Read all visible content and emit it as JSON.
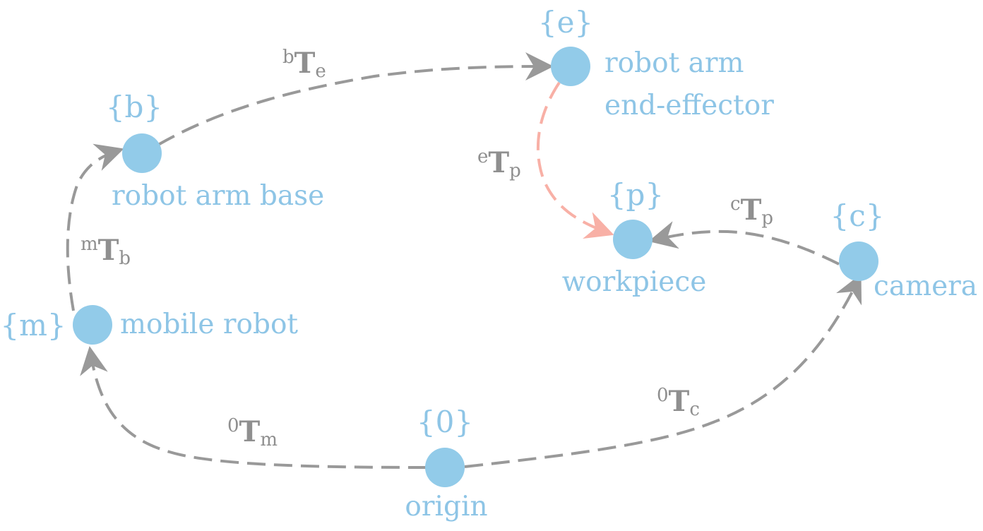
{
  "colors": {
    "node": "#92cbe9",
    "label": "#8ec5e6",
    "edge": "#999999",
    "edge_highlight": "#f8b0a6",
    "transform_text": "#8f8f8f"
  },
  "nodes": {
    "origin": {
      "frame": "{0}",
      "label": "origin"
    },
    "mobile": {
      "frame": "{m}",
      "label": "mobile robot"
    },
    "base": {
      "frame": "{b}",
      "label": "robot arm base"
    },
    "effector": {
      "frame": "{e}",
      "label_line1": "robot arm",
      "label_line2": "end-effector"
    },
    "workpiece": {
      "frame": "{p}",
      "label": "workpiece"
    },
    "camera": {
      "frame": "{c}",
      "label": "camera"
    }
  },
  "transforms": {
    "m_b": {
      "pre": "m",
      "main": "T",
      "sub": "b"
    },
    "b_e": {
      "pre": "b",
      "main": "T",
      "sub": "e"
    },
    "e_p": {
      "pre": "e",
      "main": "T",
      "sub": "p"
    },
    "c_p": {
      "pre": "c",
      "main": "T",
      "sub": "p"
    },
    "0_m": {
      "pre": "0",
      "main": "T",
      "sub": "m"
    },
    "0_c": {
      "pre": "0",
      "main": "T",
      "sub": "c"
    }
  }
}
